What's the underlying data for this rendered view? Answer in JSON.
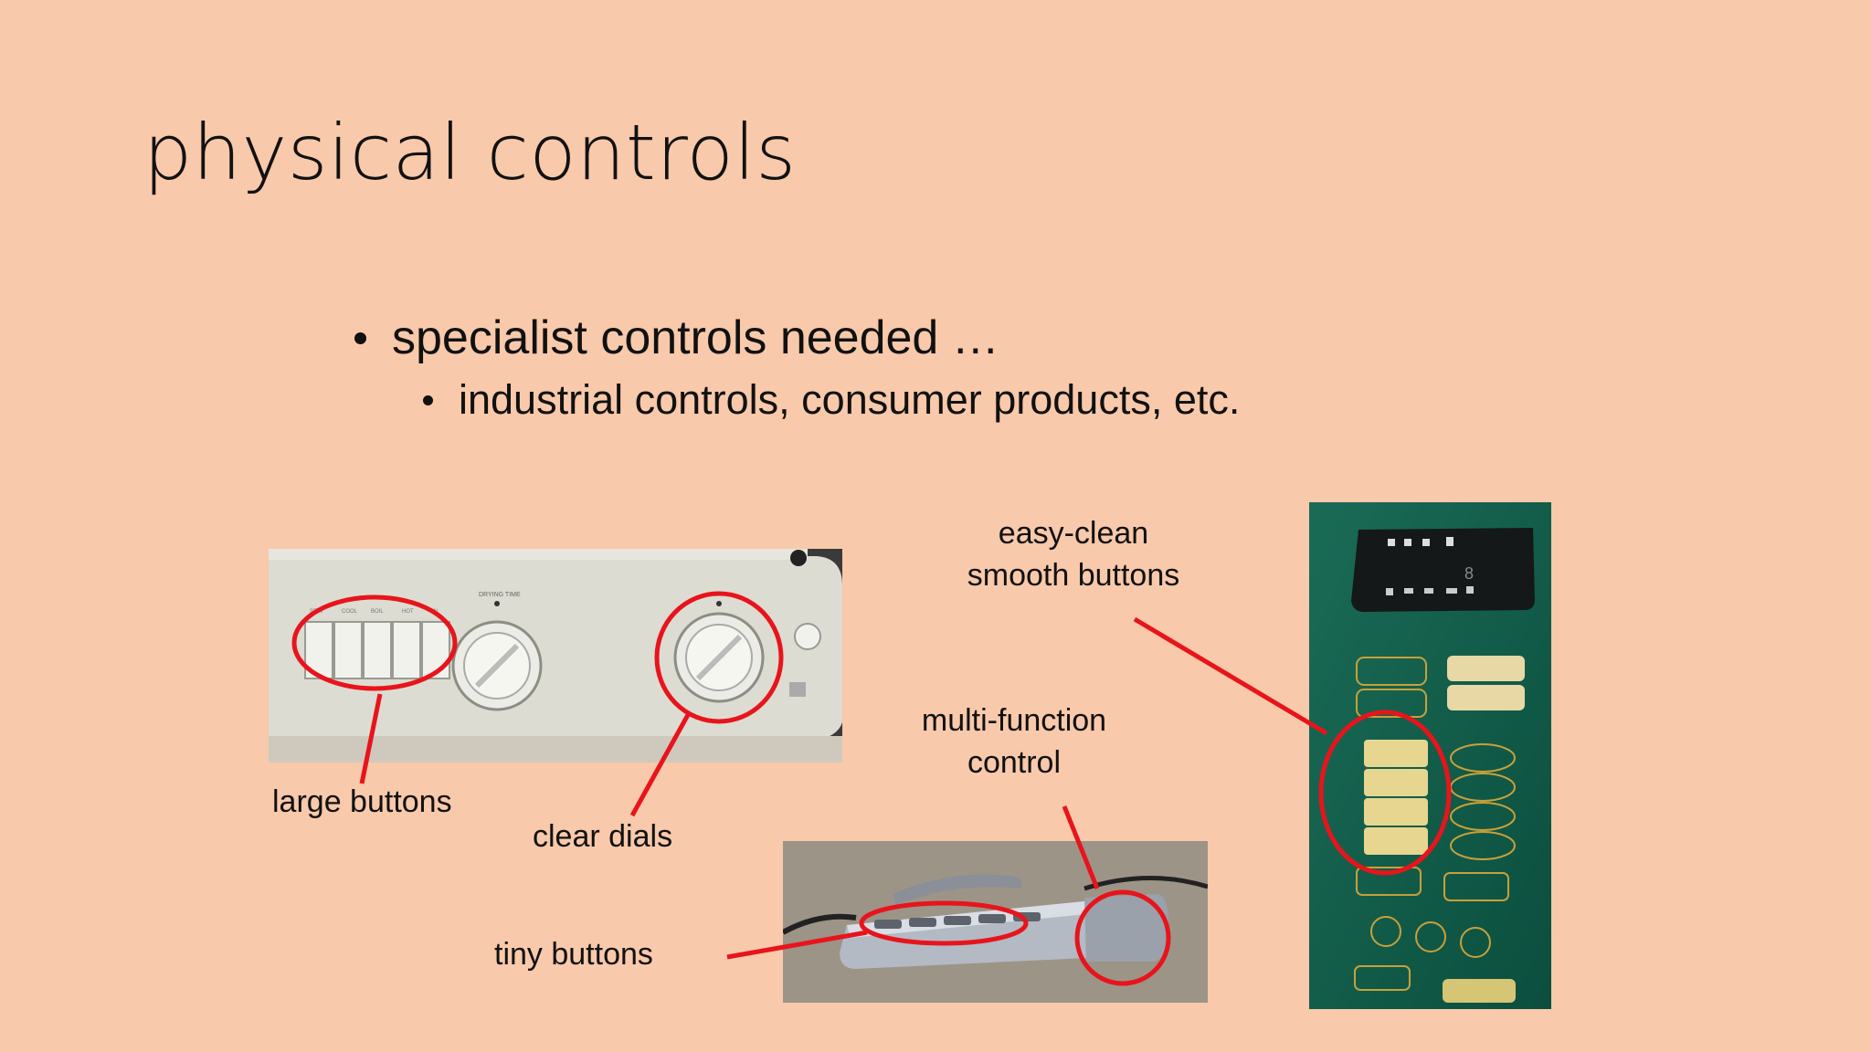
{
  "slide": {
    "title": "physical controls",
    "bullets": [
      {
        "text": "specialist controls needed …",
        "sub": [
          "industrial controls,  consumer products, etc."
        ]
      }
    ]
  },
  "annotations": {
    "large_buttons": "large buttons",
    "clear_dials": "clear dials",
    "easy_clean_line1": "easy-clean",
    "easy_clean_line2": "smooth buttons",
    "multi_function_line1": "multi-function",
    "multi_function_line2": "control",
    "tiny_buttons": "tiny buttons"
  },
  "colors": {
    "background": "#f8c9aa",
    "annotation": "#e8141c",
    "panel_green": "#0f5a48"
  }
}
